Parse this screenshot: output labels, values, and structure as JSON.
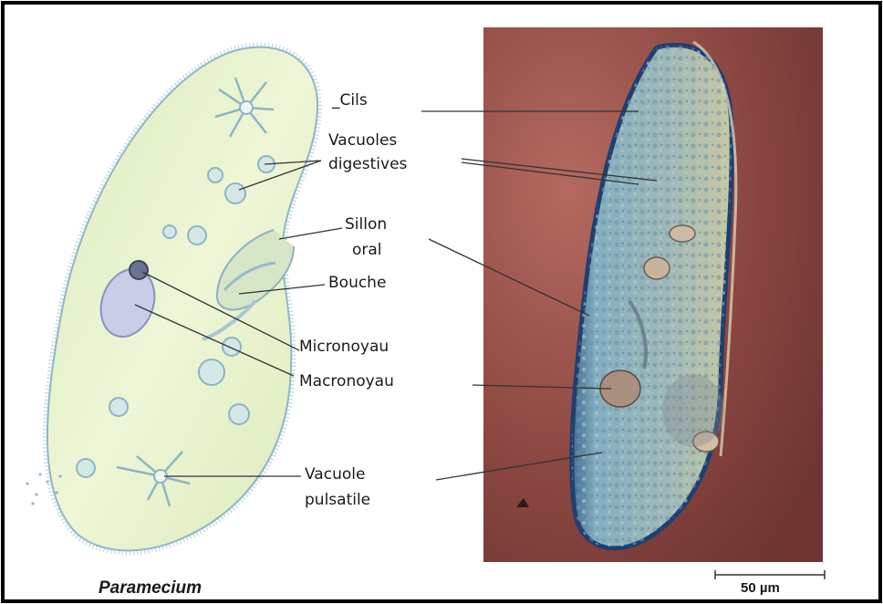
{
  "title": "Paramecium",
  "scale_bar": "50 µm",
  "labels": {
    "cils": "_Cils",
    "vacuoles_1": "Vacuoles",
    "vacuoles_2": "digestives",
    "sillon_1": "Sillon",
    "sillon_2": "oral",
    "bouche": "Bouche",
    "micronoyau": "Micronoyau",
    "macronoyau": "Macronoyau",
    "vacuole_pulsatile_1": "Vacuole",
    "vacuole_pulsatile_2": "pulsatile"
  },
  "colors": {
    "cell_fill": "#e6f2c6",
    "photo_background": "#8e4a42",
    "photo_cell": "#7fa8b8",
    "border": "#000000"
  }
}
